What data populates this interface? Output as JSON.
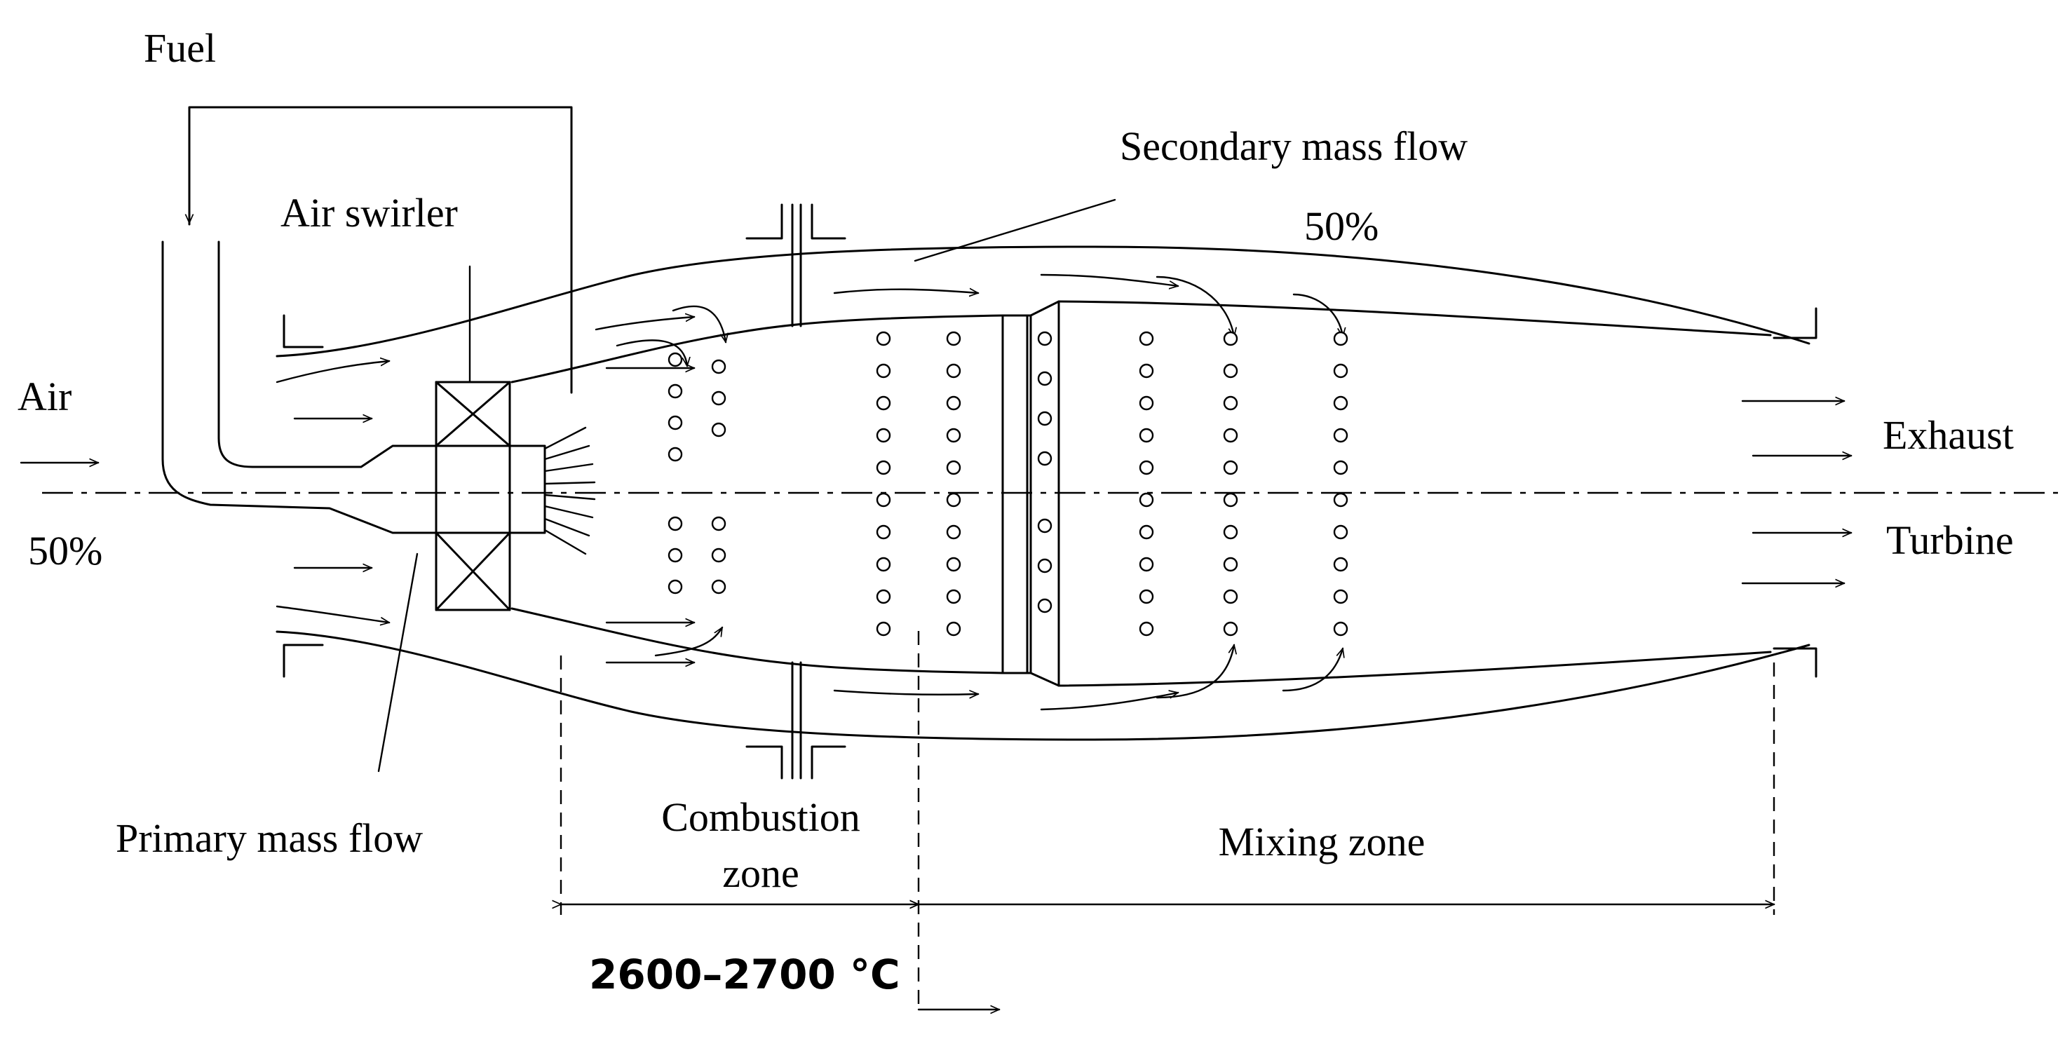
{
  "labels": {
    "fuel": "Fuel",
    "air_swirler": "Air swirler",
    "secondary_mass_flow": "Secondary mass flow",
    "secondary_percent": "50%",
    "air": "Air",
    "air_percent": "50%",
    "exhaust": "Exhaust",
    "turbine": "Turbine",
    "primary_mass_flow": "Primary mass flow",
    "combustion_zone_line1": "Combustion",
    "combustion_zone_line2": "zone",
    "mixing_zone": "Mixing zone",
    "temperature": "2600–2700 °C"
  }
}
